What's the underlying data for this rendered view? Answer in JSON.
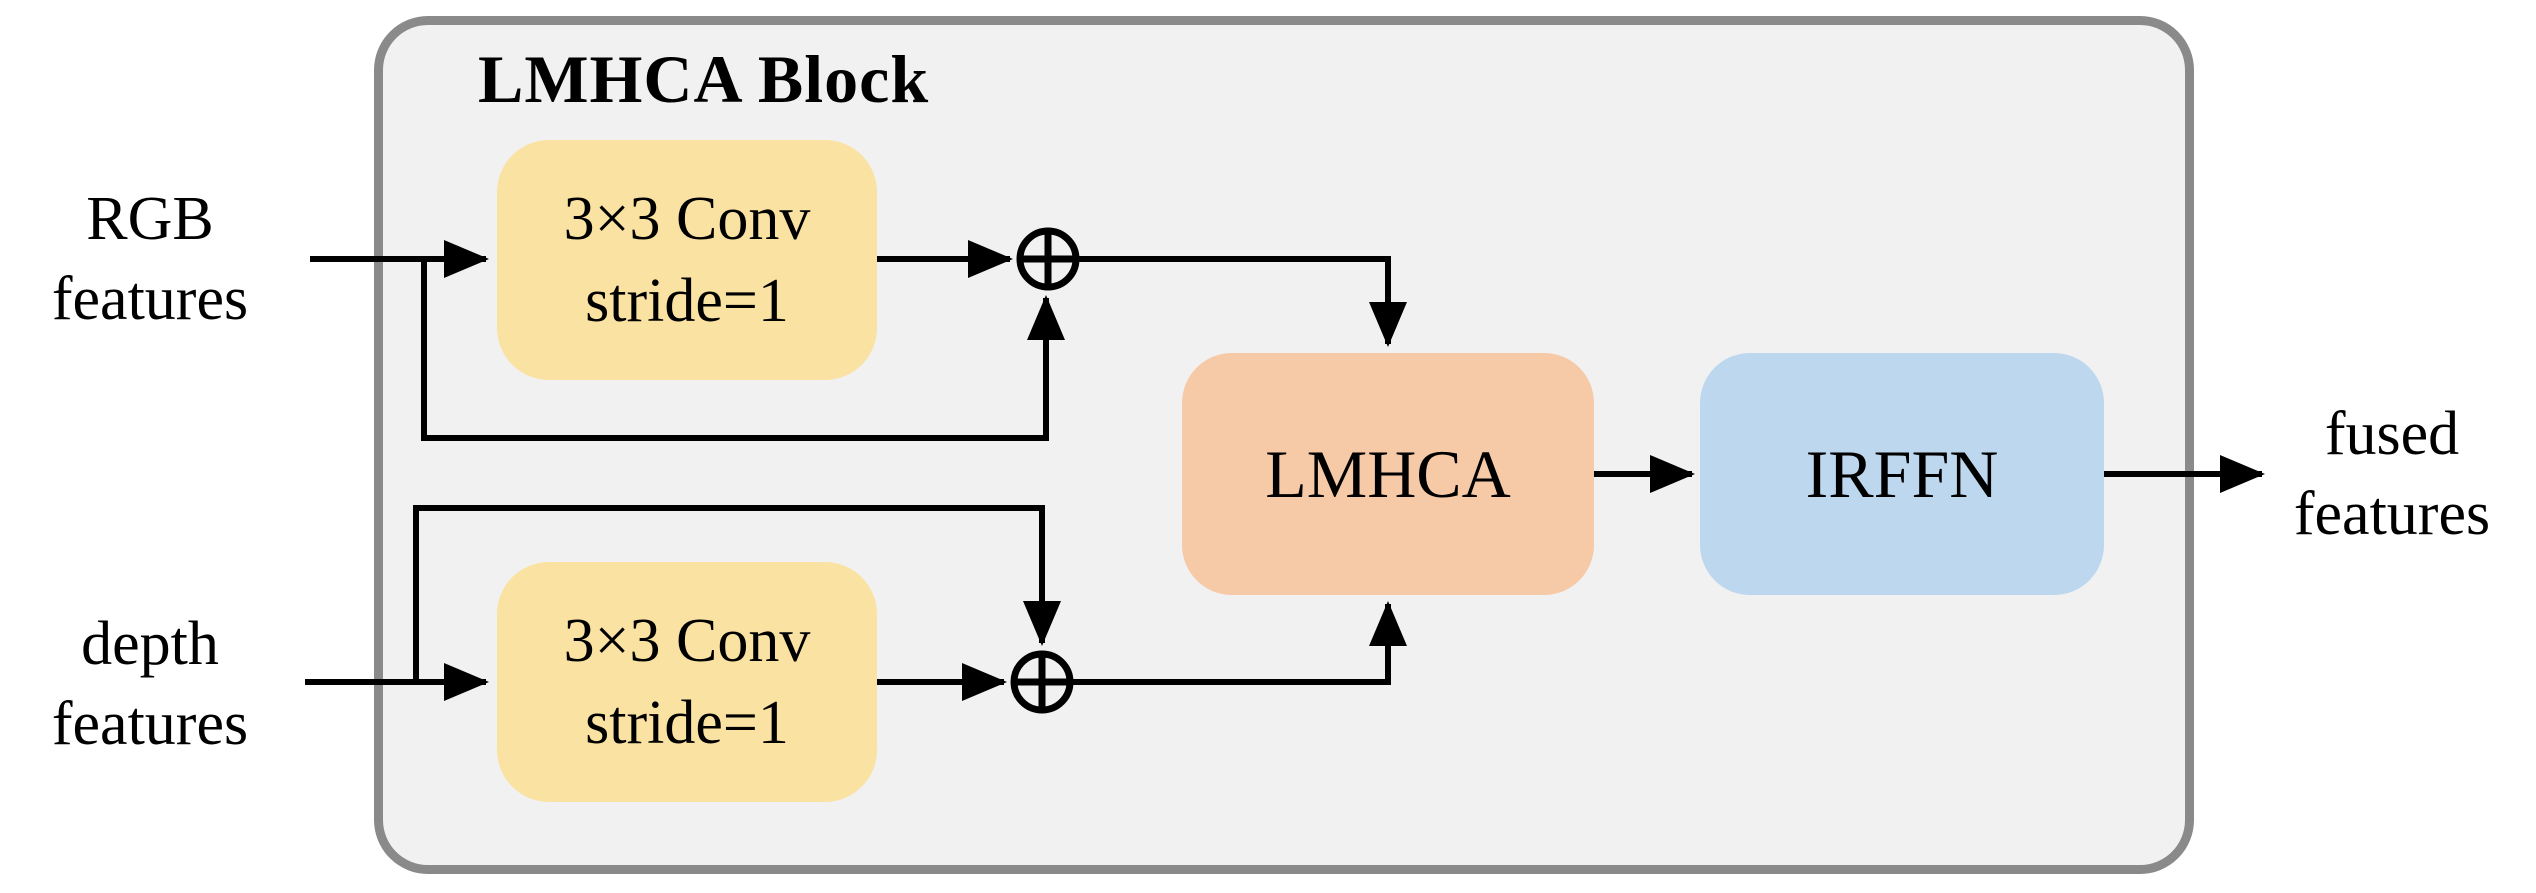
{
  "diagram": {
    "title": "LMHCA Block",
    "inputs": {
      "rgb": {
        "line1": "RGB",
        "line2": "features"
      },
      "depth": {
        "line1": "depth",
        "line2": "features"
      }
    },
    "output": {
      "line1": "fused",
      "line2": "features"
    },
    "blocks": {
      "conv_rgb": {
        "line1": "3×3 Conv",
        "line2": "stride=1"
      },
      "conv_depth": {
        "line1": "3×3 Conv",
        "line2": "stride=1"
      },
      "lmhca": {
        "label": "LMHCA"
      },
      "irffn": {
        "label": "IRFFN"
      }
    },
    "operators": {
      "add_symbol": "⊕"
    },
    "colors": {
      "conv_fill": "#FAE2A2",
      "lmhca_fill": "#F6C9A7",
      "irffn_fill": "#BDD7EE",
      "panel_fill": "#F1F1F1",
      "panel_border": "#8A8A8A",
      "line": "#000000"
    }
  }
}
